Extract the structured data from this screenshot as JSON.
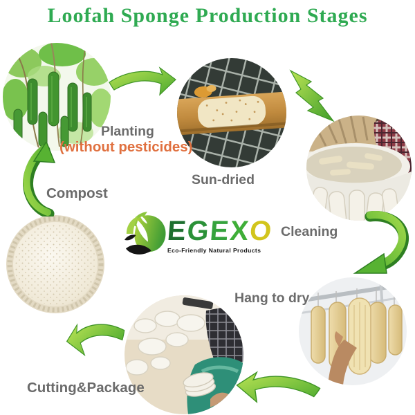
{
  "title": "Loofah Sponge Production Stages",
  "stages": [
    {
      "id": "planting",
      "label": "Planting",
      "note": "(without pesticides)"
    },
    {
      "id": "sun-dried",
      "label": "Sun-dried"
    },
    {
      "id": "cleaning",
      "label": "Cleaning"
    },
    {
      "id": "hang-to-dry",
      "label": "Hang to dry"
    },
    {
      "id": "cutting-package",
      "label": "Cutting&Package"
    },
    {
      "id": "compost",
      "label": "Compost"
    }
  ],
  "logo": {
    "letters": [
      "E",
      "G",
      "E",
      "X",
      "O"
    ],
    "tagline": "Eco-Friendly Natural Products"
  },
  "icons": {
    "logo_mark": "leaf-swoosh-icon",
    "arrows": [
      "arrow-planting-to-sundried",
      "arrow-sundried-to-cleaning",
      "arrow-cleaning-to-hangdry",
      "arrow-hangdry-to-cutting",
      "arrow-cutting-to-compost",
      "arrow-compost-to-planting"
    ]
  },
  "colors": {
    "title_green": "#2faa52",
    "label_gray": "#6b6b6b",
    "note_orange": "#e0703f",
    "arrow_light": "#b8e14e",
    "arrow_dark": "#3f9e2a",
    "logo_yellow": "#d2c51c"
  }
}
